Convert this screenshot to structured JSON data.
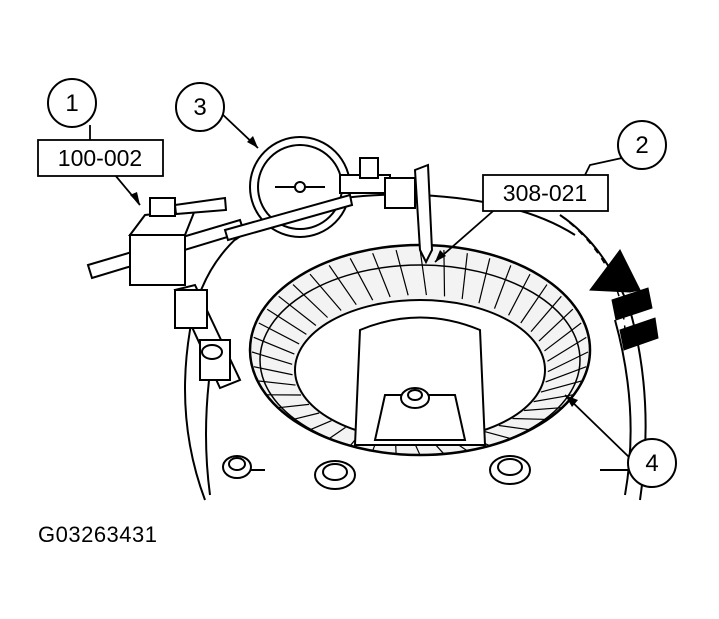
{
  "callouts": [
    {
      "number": "1"
    },
    {
      "number": "2"
    },
    {
      "number": "3"
    },
    {
      "number": "4"
    }
  ],
  "part_numbers": {
    "tool_1": "100-002",
    "tool_2": "308-021"
  },
  "figure_id": "G03263431"
}
